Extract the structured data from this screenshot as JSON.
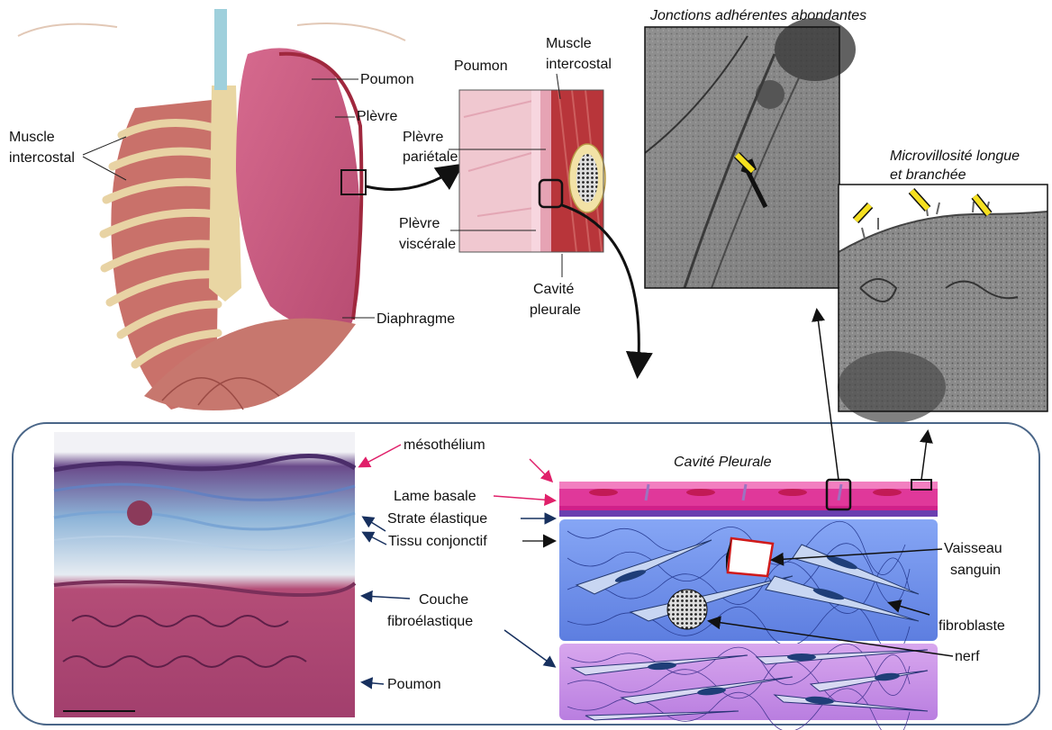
{
  "anatomy": {
    "poumon": "Poumon",
    "plevre": "Plèvre",
    "muscle_intercostal_line1": "Muscle",
    "muscle_intercostal_line2": "intercostal",
    "diaphragme": "Diaphragme"
  },
  "zoom": {
    "poumon": "Poumon",
    "muscle_line1": "Muscle",
    "muscle_line2": "intercostal",
    "plevre_parietale_line1": "Plèvre",
    "plevre_parietale_line2": "pariétale",
    "plevre_viscerale_line1": "Plèvre",
    "plevre_viscerale_line2": "viscérale",
    "cavite_line1": "Cavité",
    "cavite_line2": "pleurale"
  },
  "micrographs": {
    "jonctions": "Jonctions adhérentes abondantes",
    "microvillosite_line1": "Microvillosité longue",
    "microvillosite_line2": "et branchée"
  },
  "histology": {
    "mesothelium": "mésothélium",
    "lame_basale": "Lame basale",
    "strate_elastique": "Strate élastique",
    "tissu_conjonctif": "Tissu conjonctif",
    "couche_line1": "Couche",
    "couche_line2": "fibroélastique",
    "poumon": "Poumon"
  },
  "schematic": {
    "cavite_pleurale": "Cavité Pleurale",
    "vaisseau_line1": "Vaisseau",
    "vaisseau_line2": "sanguin",
    "fibroblaste": "fibroblaste",
    "nerf": "nerf"
  },
  "colors": {
    "mesothelium": "#e0389a",
    "connective": "#6f8ff0",
    "fibroelastic": "#c78ee8",
    "annotation_arrow": "#e0206a",
    "em_arrow": "#f5e020"
  }
}
